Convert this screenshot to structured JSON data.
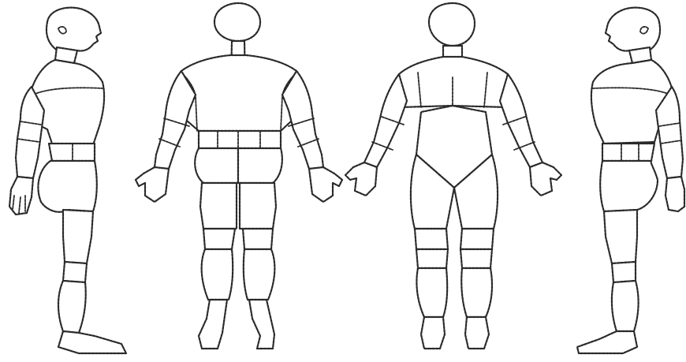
{
  "figure": {
    "views": [
      {
        "name": "left-side-view"
      },
      {
        "name": "back-view"
      },
      {
        "name": "front-view"
      },
      {
        "name": "right-side-view"
      }
    ]
  },
  "colors": {
    "background": "#ffffff",
    "outline": "#2a2a2a",
    "label": "#444444"
  }
}
